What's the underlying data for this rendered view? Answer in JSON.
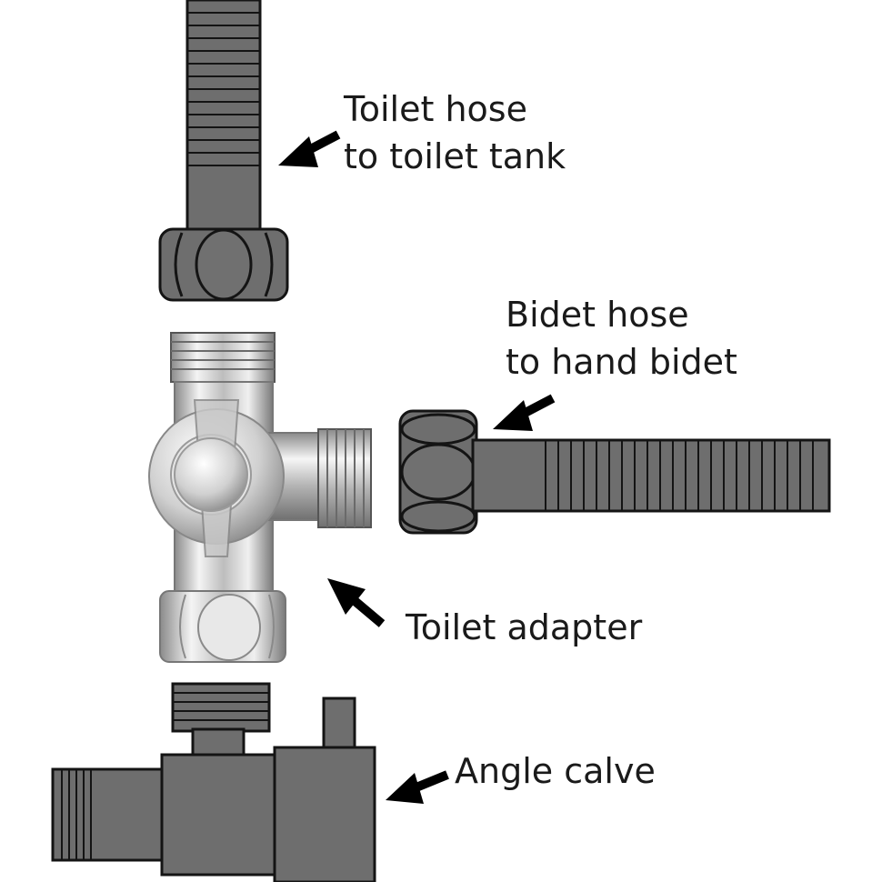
{
  "labels": {
    "toilet_hose_line1": "Toilet hose",
    "toilet_hose_line2": "to toilet tank",
    "bidet_hose_line1": "Bidet hose",
    "bidet_hose_line2": "to hand bidet",
    "toilet_adapter": "Toilet adapter",
    "angle_valve": "Angle calve"
  },
  "colors": {
    "pipe_gray": "#6e6e6e",
    "outline": "#141414",
    "chrome_light": "#f2f2f2",
    "chrome_mid": "#b8b8b8",
    "chrome_dark": "#6a6a6a",
    "arrow": "#000000"
  }
}
